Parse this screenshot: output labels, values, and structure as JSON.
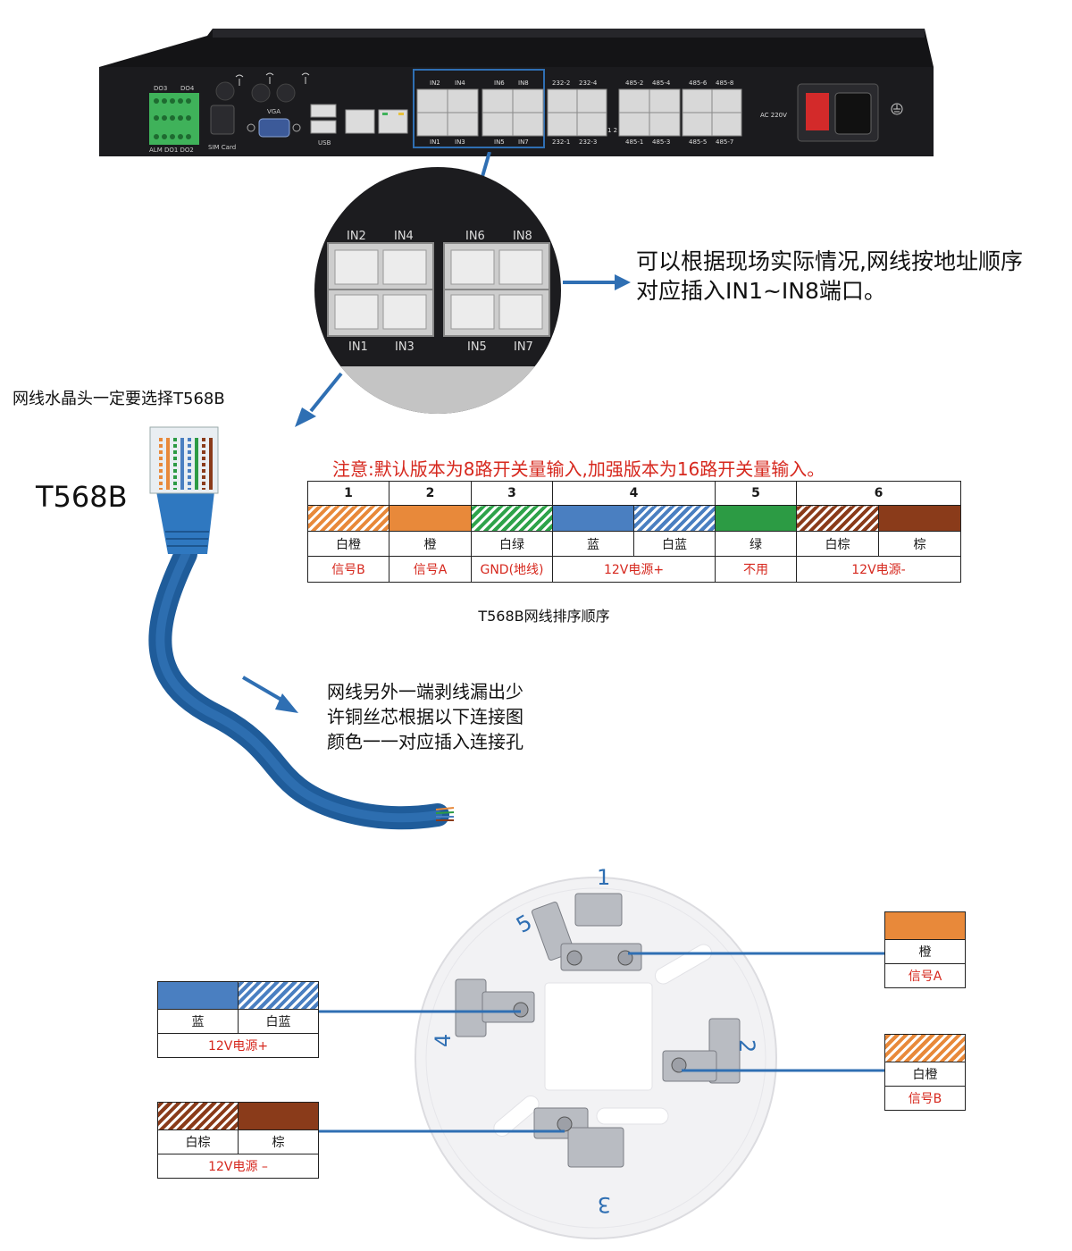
{
  "device_panel": {
    "labels": {
      "do3": "DO3",
      "do4": "DO4",
      "alm": "ALM DO1 DO2",
      "sim": "SIM Card",
      "vga": "VGA",
      "usb": "USB",
      "ac": "AC 220V",
      "in2": "IN2",
      "in4": "IN4",
      "in6": "IN6",
      "in8": "IN8",
      "in1": "IN1",
      "in3": "IN3",
      "in5": "IN5",
      "in7": "IN7",
      "p232_2": "232-2",
      "p232_4": "232-4",
      "p232_1": "232-1",
      "p232_3": "232-3",
      "p485_2": "485-2",
      "p485_4": "485-4",
      "p485_6": "485-6",
      "p485_8": "485-8",
      "p485_1": "485-1",
      "p485_3": "485-3",
      "p485_5": "485-5",
      "p485_7": "485-7",
      "num12": "1 2"
    }
  },
  "zoom": {
    "labels": {
      "in2": "IN2",
      "in4": "IN4",
      "in6": "IN6",
      "in8": "IN8",
      "in1": "IN1",
      "in3": "IN3",
      "in5": "IN5",
      "in7": "IN7"
    }
  },
  "texts": {
    "port_note_line1": "可以根据现场实际情况,网线按地址顺序",
    "port_note_line2": "对应插入IN1~IN8端口。",
    "crimp_note": "网线水晶头一定要选择T568B",
    "t568b_label": "T568B",
    "notice": "注意:默认版本为8路开关量输入,加强版本为16路开关量输入。",
    "table_caption": "T568B网线排序顺序",
    "strip_line1": "网线另外一端剥线漏出少",
    "strip_line2": "许铜丝芯根据以下连接图",
    "strip_line3": "颜色一一对应插入连接孔"
  },
  "pin_table": {
    "numbers": [
      "1",
      "2",
      "3",
      "4",
      "5",
      "6"
    ],
    "color_names": [
      "白橙",
      "橙",
      "白绿",
      "蓝",
      "白蓝",
      "绿",
      "白棕",
      "棕"
    ],
    "signals": [
      "信号B",
      "信号A",
      "GND(地线)",
      "12V电源+",
      "不用",
      "12V电源-"
    ]
  },
  "socket": {
    "terminal_numbers": [
      "1",
      "2",
      "3",
      "4",
      "5"
    ],
    "label_orange": {
      "name": "橙",
      "signal": "信号A"
    },
    "label_white_orange": {
      "name": "白橙",
      "signal": "信号B"
    },
    "label_blue": {
      "name1": "蓝",
      "name2": "白蓝",
      "signal": "12V电源+"
    },
    "label_brown": {
      "name1": "白棕",
      "name2": "棕",
      "signal": "12V电源 –"
    }
  },
  "colors": {
    "accent_blue": "#2f6fb3",
    "red_text": "#d6281e",
    "orange": "#e8893a",
    "green": "#2c9b44",
    "blue": "#4a7fc1",
    "brown": "#8a3b1a"
  }
}
